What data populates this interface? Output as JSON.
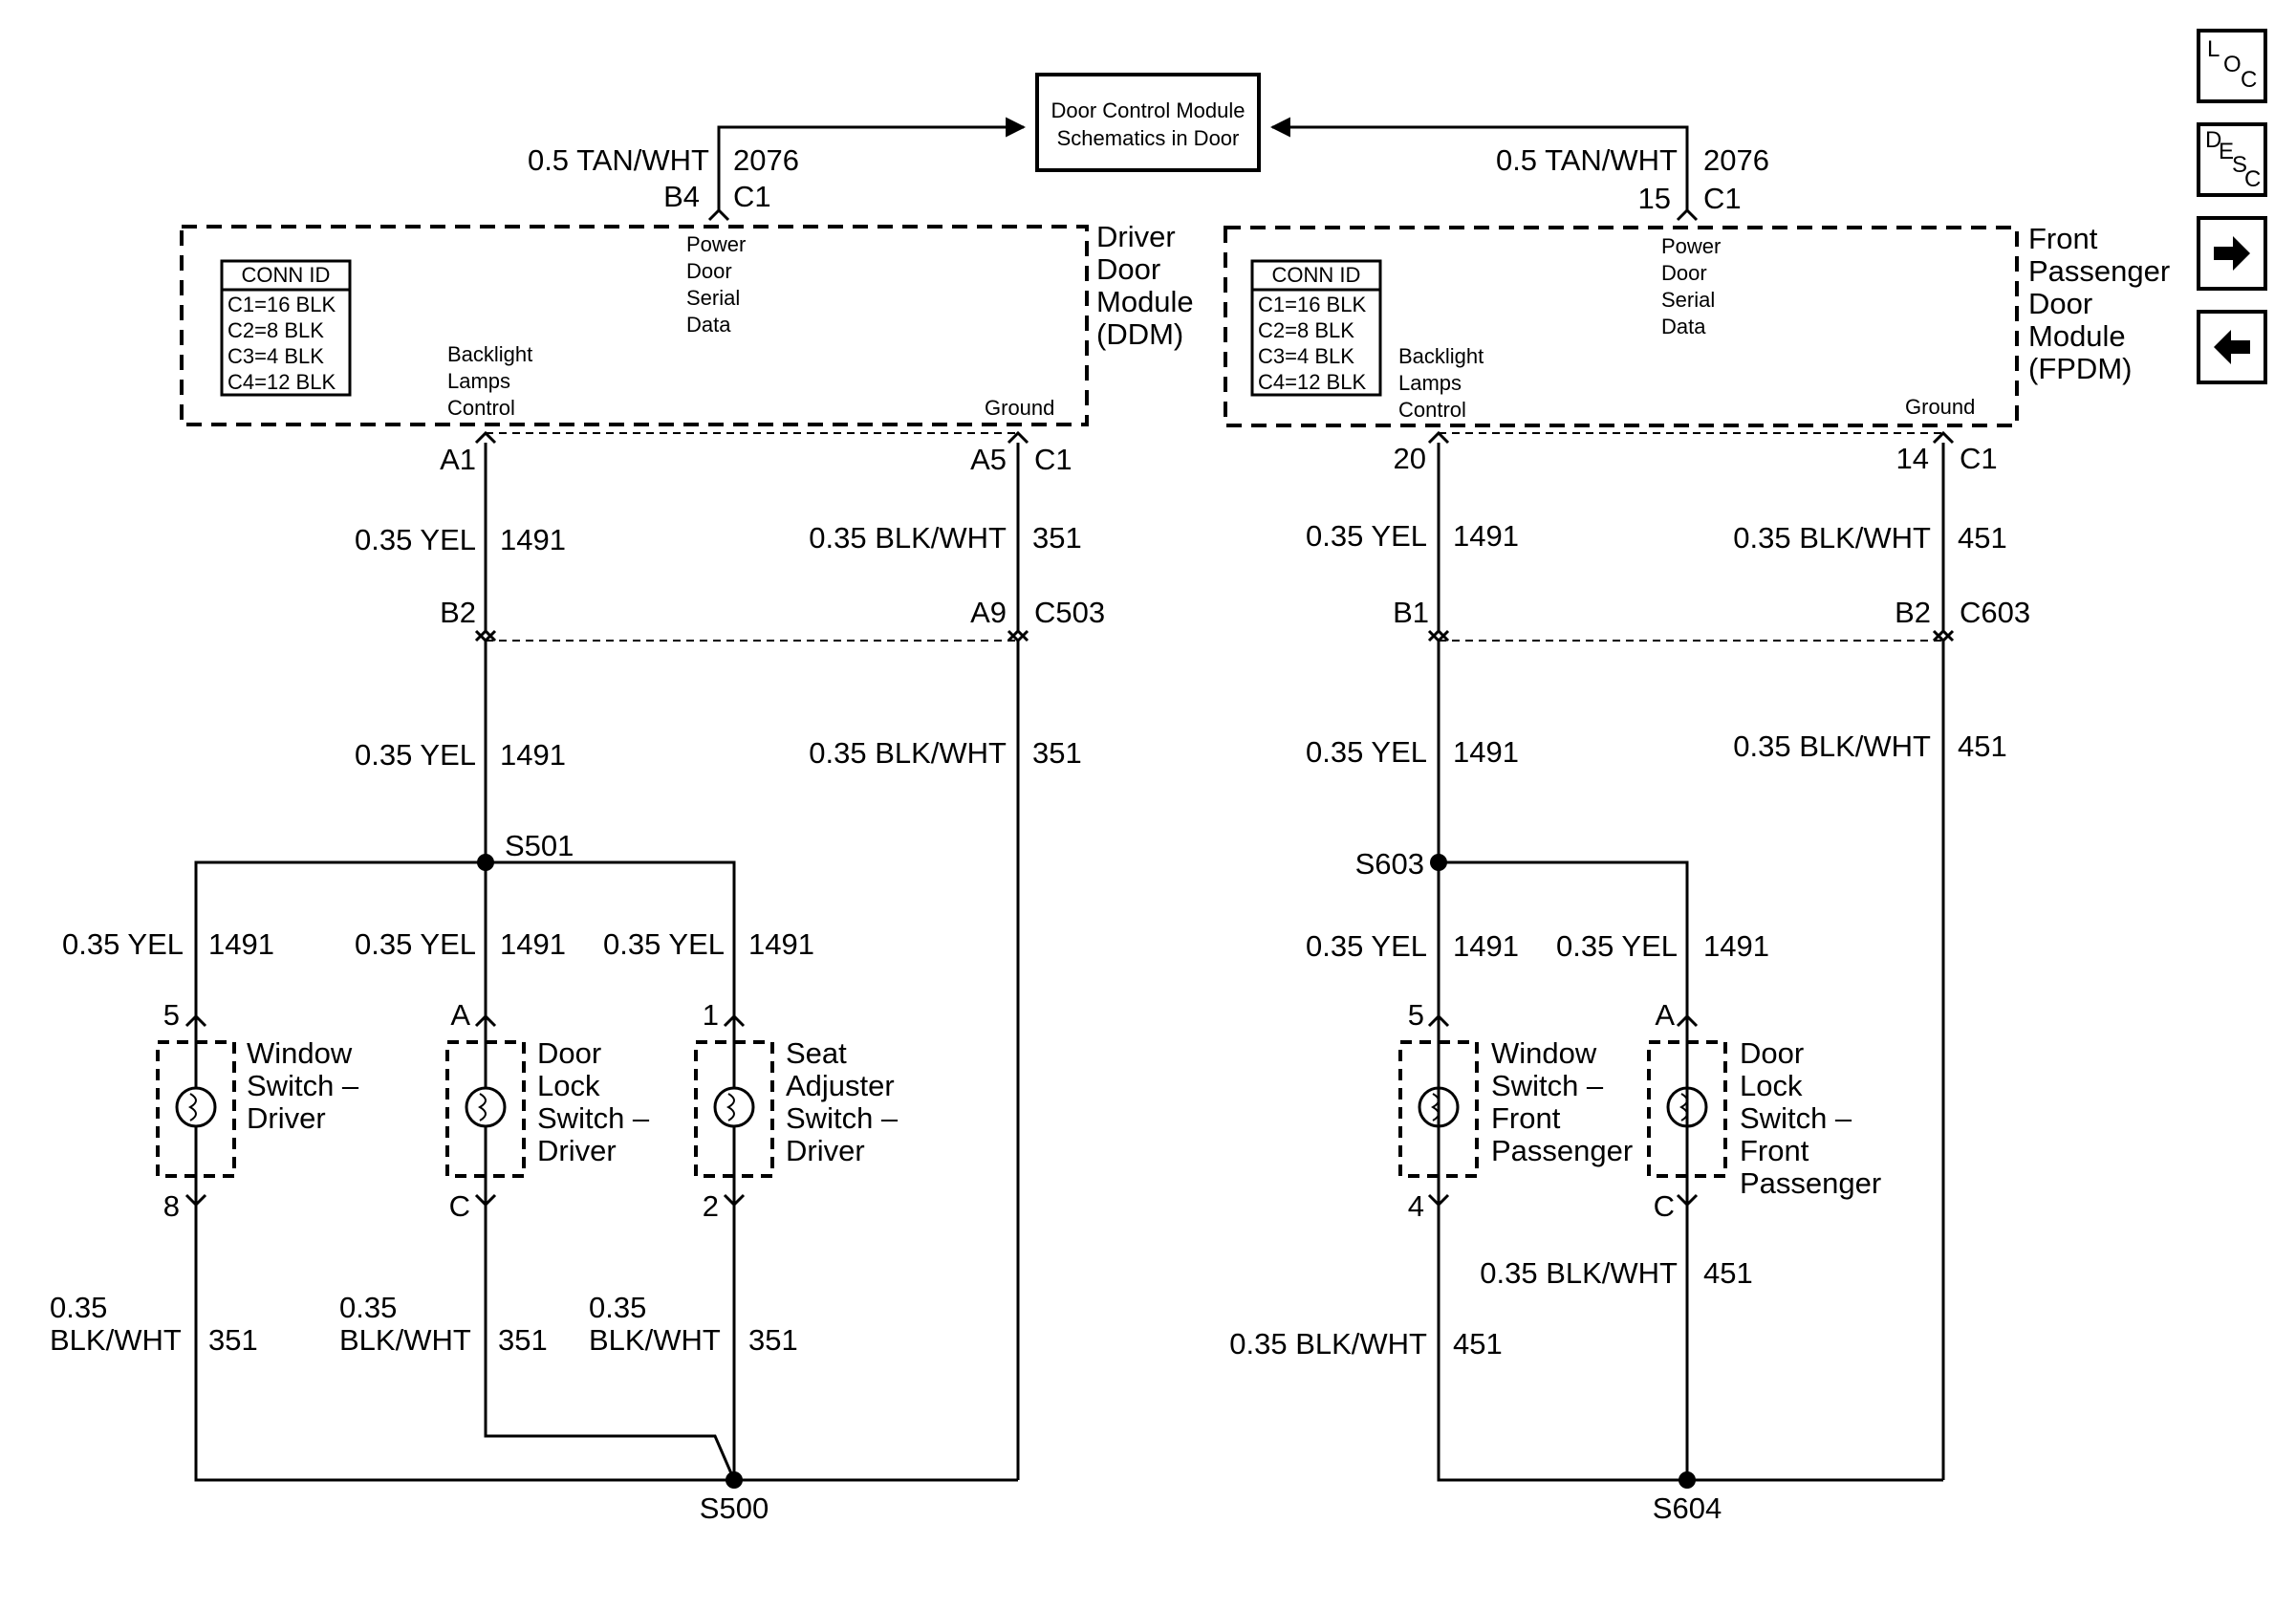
{
  "top_block": {
    "line1": "Door Control Module",
    "line2": "Schematics in Door"
  },
  "ddm": {
    "title": [
      "Driver",
      "Door",
      "Module",
      "(DDM)"
    ],
    "top_wire": {
      "gauge_color": "0.5 TAN/WHT",
      "circuit": "2076",
      "pin": "B4",
      "conn": "C1"
    },
    "conn_id": [
      "CONN ID",
      "C1=16 BLK",
      "C2=8 BLK",
      "C3=4 BLK",
      "C4=12 BLK"
    ],
    "power_label": [
      "Power",
      "Door",
      "Serial",
      "Data"
    ],
    "backlight_label": [
      "Backlight",
      "Lamps",
      "Control"
    ],
    "ground_label": "Ground",
    "pin_a1": "A1",
    "pin_a5": "A5",
    "conn_c1": "C1",
    "yel_upper": {
      "gauge_color": "0.35 YEL",
      "circuit": "1491"
    },
    "blk_upper": {
      "gauge_color": "0.35 BLK/WHT",
      "circuit": "351"
    },
    "pin_b2": "B2",
    "pin_a9": "A9",
    "conn_c503": "C503",
    "yel_lower": {
      "gauge_color": "0.35 YEL",
      "circuit": "1491"
    },
    "blk_lower": {
      "gauge_color": "0.35 BLK/WHT",
      "circuit": "351"
    },
    "splice_top": "S501",
    "branch_wires": [
      {
        "gauge_color": "0.35 YEL",
        "circuit": "1491"
      },
      {
        "gauge_color": "0.35 YEL",
        "circuit": "1491"
      },
      {
        "gauge_color": "0.35 YEL",
        "circuit": "1491"
      }
    ],
    "switches": [
      {
        "pin_top": "5",
        "pin_bottom": "8",
        "label": [
          "Window",
          "Switch –",
          "Driver"
        ]
      },
      {
        "pin_top": "A",
        "pin_bottom": "C",
        "label": [
          "Door",
          "Lock",
          "Switch –",
          "Driver"
        ]
      },
      {
        "pin_top": "1",
        "pin_bottom": "2",
        "label": [
          "Seat",
          "Adjuster",
          "Switch –",
          "Driver"
        ]
      }
    ],
    "ground_wires": [
      {
        "gauge": "0.35",
        "color": "BLK/WHT",
        "circuit": "351"
      },
      {
        "gauge": "0.35",
        "color": "BLK/WHT",
        "circuit": "351"
      },
      {
        "gauge": "0.35",
        "color": "BLK/WHT",
        "circuit": "351"
      }
    ],
    "splice_bottom": "S500"
  },
  "fpdm": {
    "title": [
      "Front",
      "Passenger",
      "Door",
      "Module",
      "(FPDM)"
    ],
    "top_wire": {
      "gauge_color": "0.5 TAN/WHT",
      "circuit": "2076",
      "pin": "15",
      "conn": "C1"
    },
    "conn_id": [
      "CONN ID",
      "C1=16 BLK",
      "C2=8 BLK",
      "C3=4 BLK",
      "C4=12 BLK"
    ],
    "power_label": [
      "Power",
      "Door",
      "Serial",
      "Data"
    ],
    "backlight_label": [
      "Backlight",
      "Lamps",
      "Control"
    ],
    "ground_label": "Ground",
    "pin_20": "20",
    "pin_14": "14",
    "conn_c1": "C1",
    "yel_upper": {
      "gauge_color": "0.35 YEL",
      "circuit": "1491"
    },
    "blk_upper": {
      "gauge_color": "0.35 BLK/WHT",
      "circuit": "451"
    },
    "pin_b1": "B1",
    "pin_b2": "B2",
    "conn_c603": "C603",
    "yel_lower": {
      "gauge_color": "0.35 YEL",
      "circuit": "1491"
    },
    "blk_lower": {
      "gauge_color": "0.35 BLK/WHT",
      "circuit": "451"
    },
    "splice_top": "S603",
    "branch_wires": [
      {
        "gauge_color": "0.35 YEL",
        "circuit": "1491"
      },
      {
        "gauge_color": "0.35 YEL",
        "circuit": "1491"
      }
    ],
    "switches": [
      {
        "pin_top": "5",
        "pin_bottom": "4",
        "label": [
          "Window",
          "Switch –",
          "Front",
          "Passenger"
        ]
      },
      {
        "pin_top": "A",
        "pin_bottom": "C",
        "label": [
          "Door",
          "Lock",
          "Switch –",
          "Front",
          "Passenger"
        ]
      }
    ],
    "ground_wire_right": {
      "gauge_color": "0.35 BLK/WHT",
      "circuit": "451"
    },
    "ground_wire_left": {
      "gauge_color": "0.35 BLK/WHT",
      "circuit": "451"
    },
    "splice_bottom": "S604"
  },
  "nav": {
    "loc": {
      "l": "L",
      "o": "O",
      "c": "C"
    },
    "desc": {
      "d": "D",
      "e": "E",
      "s": "S",
      "c": "C"
    },
    "next_icon": "right-arrow-icon",
    "prev_icon": "left-arrow-icon"
  }
}
